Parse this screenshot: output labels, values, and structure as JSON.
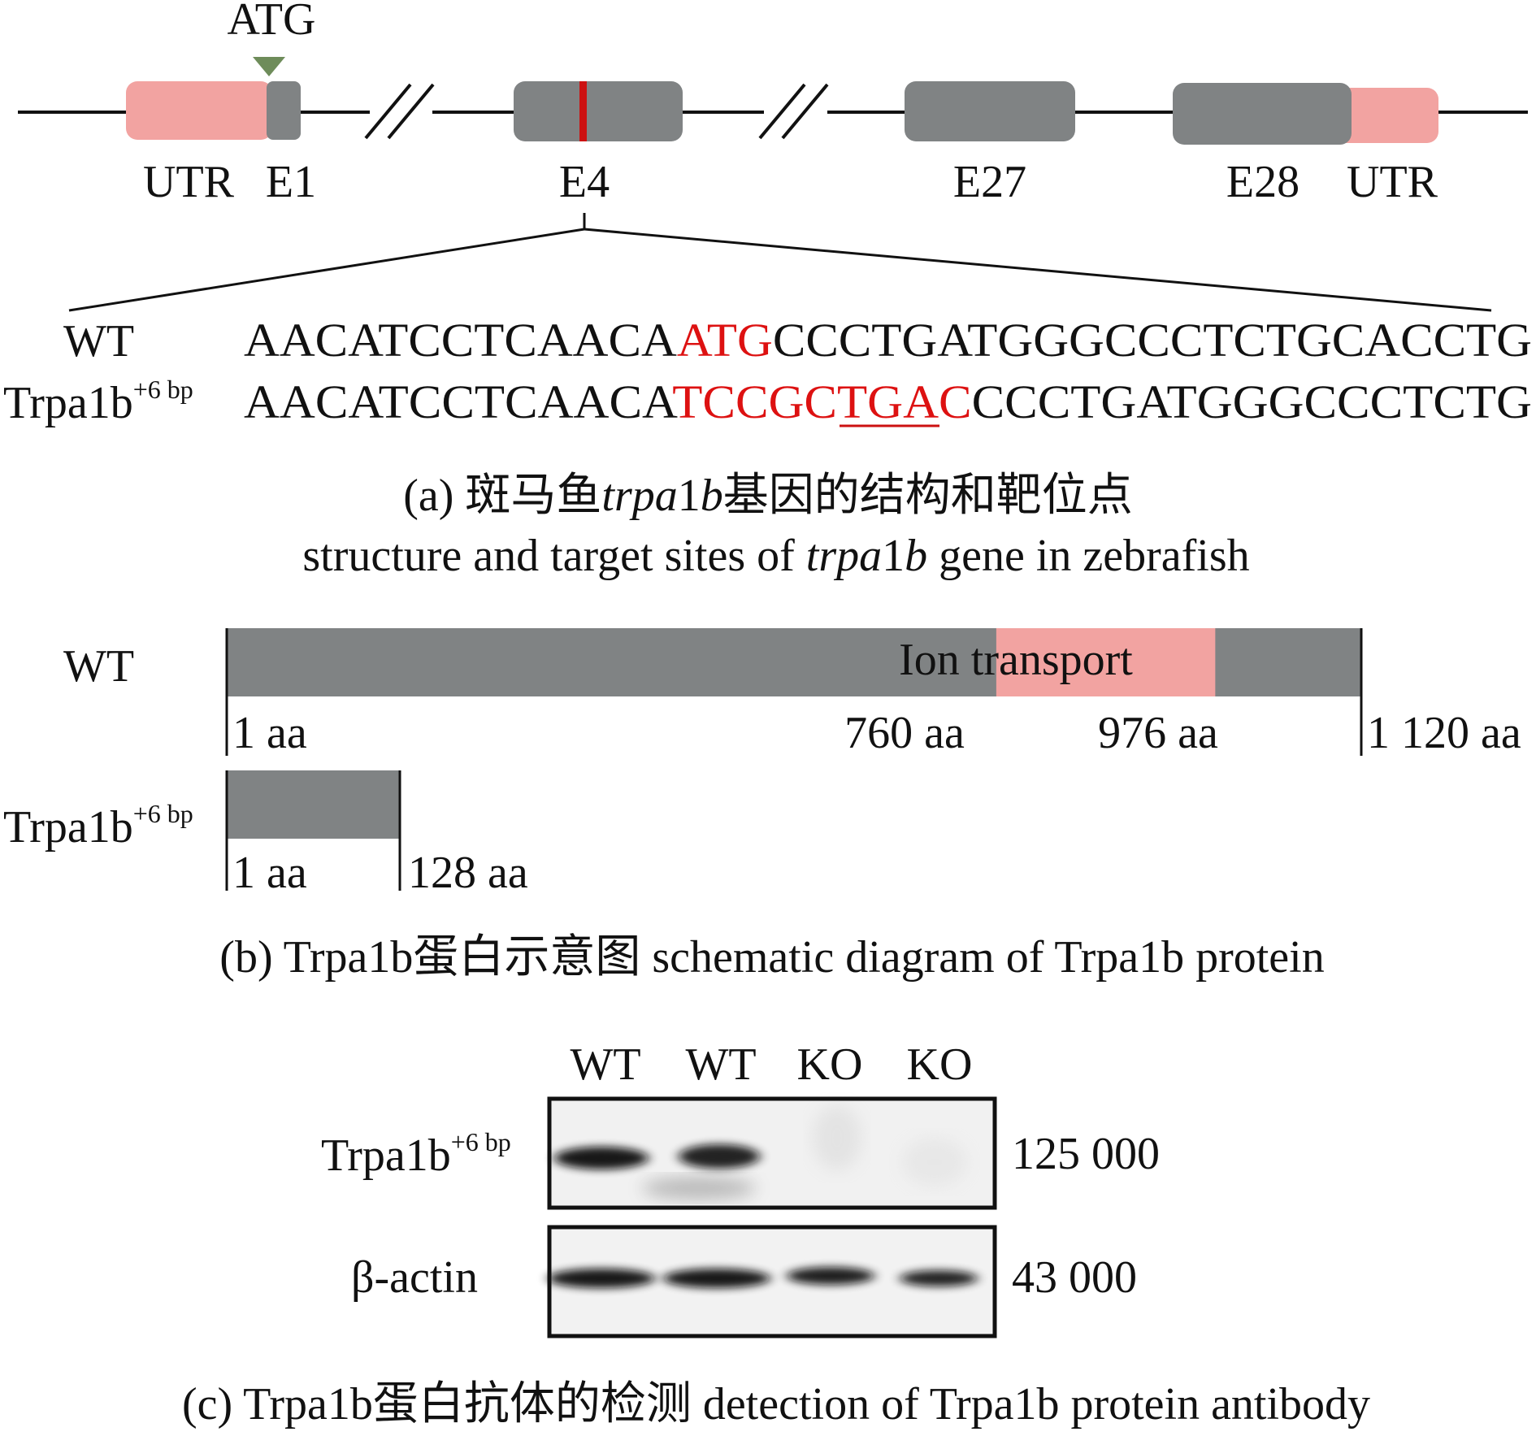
{
  "colors": {
    "exon": "#808384",
    "utr": "#f2a3a1",
    "mutation": "#cc1111",
    "highlight_text": "#dd1111",
    "atg_marker": "#6e8c5a",
    "line": "#111111"
  },
  "panel_a": {
    "atg_label": "ATG",
    "exon_labels": {
      "utr_left": "UTR",
      "e1": "E1",
      "e4": "E4",
      "e27": "E27",
      "e28": "E28",
      "utr_right": "UTR"
    },
    "wt_label": "WT",
    "mut_label_main": "Trpa1b",
    "mut_label_sup": "+6 bp",
    "wt_seq": {
      "pre": "AACATCCTCAACA",
      "hl": "ATG",
      "post": "CCCTGATGGGCCCTCTGCACCTG"
    },
    "mut_seq": {
      "pre": "AACATCCTCAACA",
      "hl1": "TCCGC",
      "hl2": "TGAC",
      "post": "CCCTGATGGGCCCTCTG"
    },
    "caption_prefix": "(a) 斑马鱼",
    "caption_italic1": "trpa",
    "caption_mid": "1",
    "caption_italic2": "b",
    "caption_suffix": "基因的结构和靶位点",
    "caption_en_pre": "structure and target sites of ",
    "caption_en_italic1": "trpa",
    "caption_en_mid": "1",
    "caption_en_italic2": "b",
    "caption_en_post": " gene in zebrafish"
  },
  "panel_b": {
    "wt_label": "WT",
    "domain_label": "Ion transport",
    "ticks": {
      "start": "1 aa",
      "domain_start": "760 aa",
      "domain_end": "976 aa",
      "end": "1 120 aa"
    },
    "wt_length_aa": 1120,
    "domain_aa": [
      760,
      976
    ],
    "mut_label_main": "Trpa1b",
    "mut_label_sup": "+6 bp",
    "mut_ticks": {
      "start": "1 aa",
      "end": "128 aa"
    },
    "mut_length_aa": 128,
    "caption_prefix": "(b) Trpa1b蛋白示意图",
    "caption_en": " schematic diagram of Trpa1b protein"
  },
  "panel_c": {
    "lanes": [
      "WT",
      "WT",
      "KO",
      "KO"
    ],
    "blot1_label_main": "Trpa1b",
    "blot1_label_sup": "+6 bp",
    "blot1_mw": "125 000",
    "blot2_label": "β-actin",
    "blot2_mw": "43 000",
    "caption_prefix": "(c) Trpa1b蛋白抗体的检测",
    "caption_en": " detection of Trpa1b protein antibody"
  }
}
